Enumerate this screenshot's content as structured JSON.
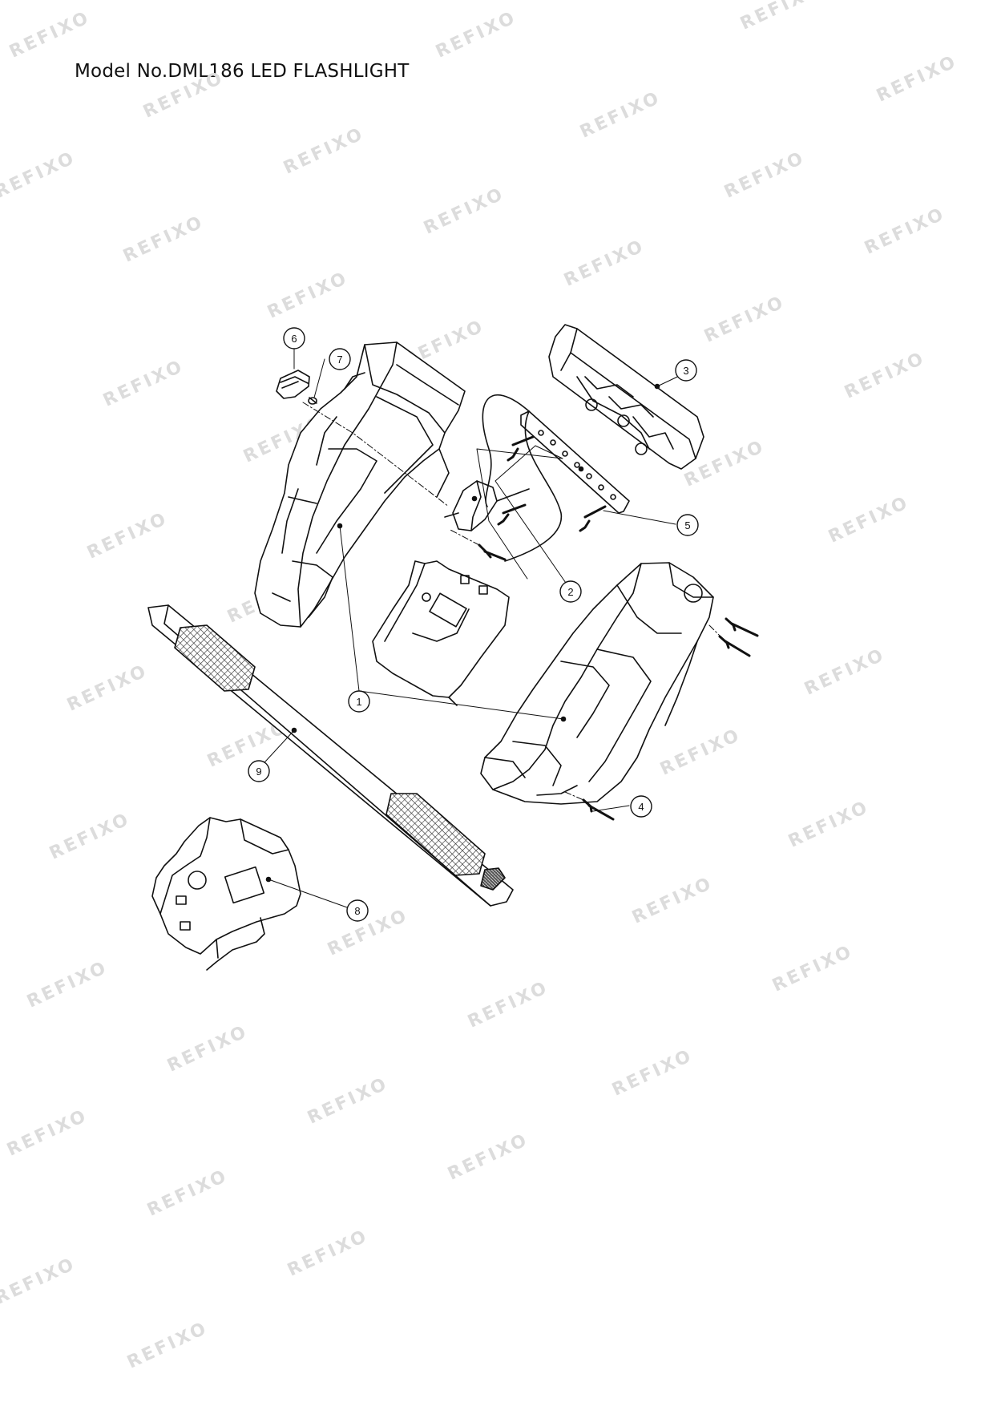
{
  "title": "Model No.DML186 LED FLASHLIGHT",
  "watermark": "REFIXO",
  "callouts": [
    "1",
    "2",
    "3",
    "4",
    "5",
    "6",
    "7",
    "8",
    "9"
  ]
}
